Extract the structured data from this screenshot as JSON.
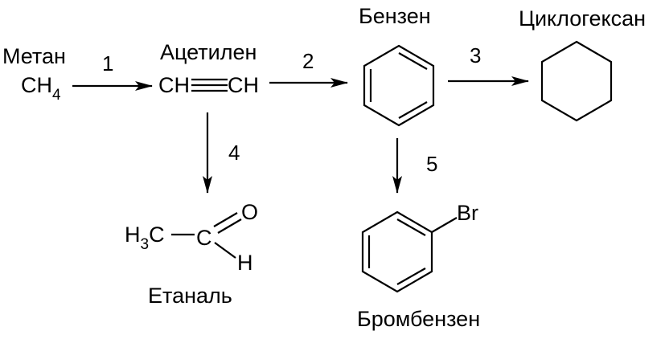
{
  "compounds": {
    "methane": {
      "name": "Метан",
      "formula_main": "CH",
      "formula_sub": "4"
    },
    "acetylene": {
      "name": "Ацетилен",
      "left": "CH",
      "right": "CH"
    },
    "benzene": {
      "name": "Бензен"
    },
    "cyclohexane": {
      "name": "Циклогексан"
    },
    "ethanal": {
      "name": "Етаналь",
      "h3": "H",
      "h3_sub": "3",
      "c_left": "C",
      "c": "C",
      "o": "O",
      "h": "H"
    },
    "bromobenzene": {
      "name": "Бромбензен",
      "br": "Br"
    }
  },
  "steps": [
    "1",
    "2",
    "3",
    "4",
    "5"
  ],
  "icons": {
    "arrow": "arrow-icon",
    "benzene_ring": "benzene-ring-icon",
    "cyclohexane_ring": "cyclohexane-ring-icon",
    "triple_bond": "triple-bond-icon"
  }
}
